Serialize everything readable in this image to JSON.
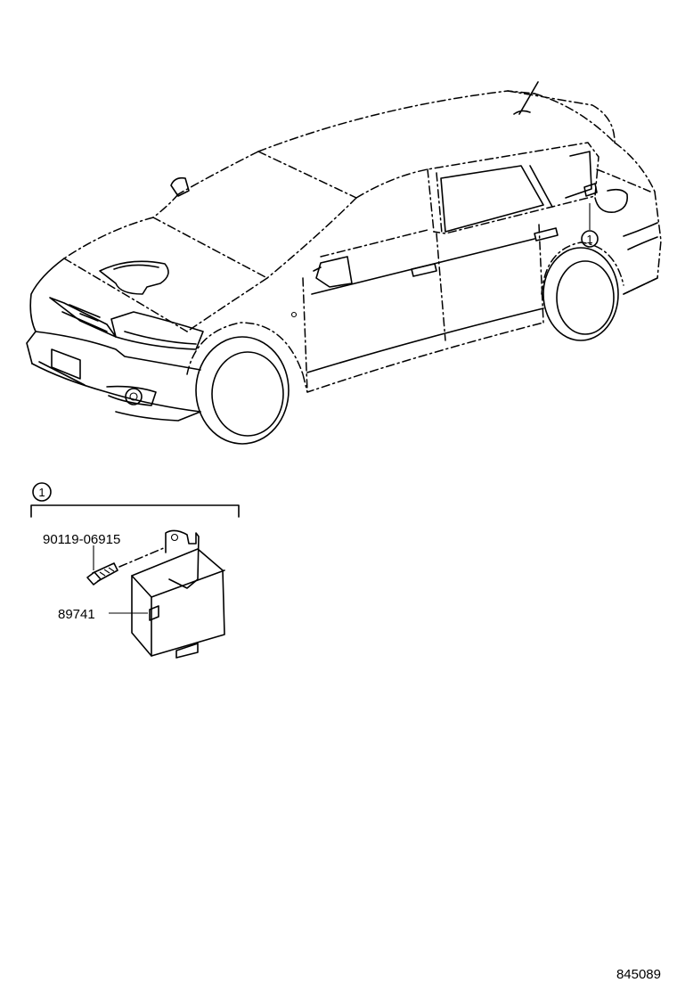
{
  "diagram": {
    "callout_ref": "1",
    "group_ref": "1",
    "parts": [
      {
        "number": "90119-06915"
      },
      {
        "number": "89741"
      }
    ],
    "figure_id": "845089",
    "icons": [
      "car-illustration",
      "bolt-icon",
      "module-icon",
      "bracket-icon"
    ]
  }
}
